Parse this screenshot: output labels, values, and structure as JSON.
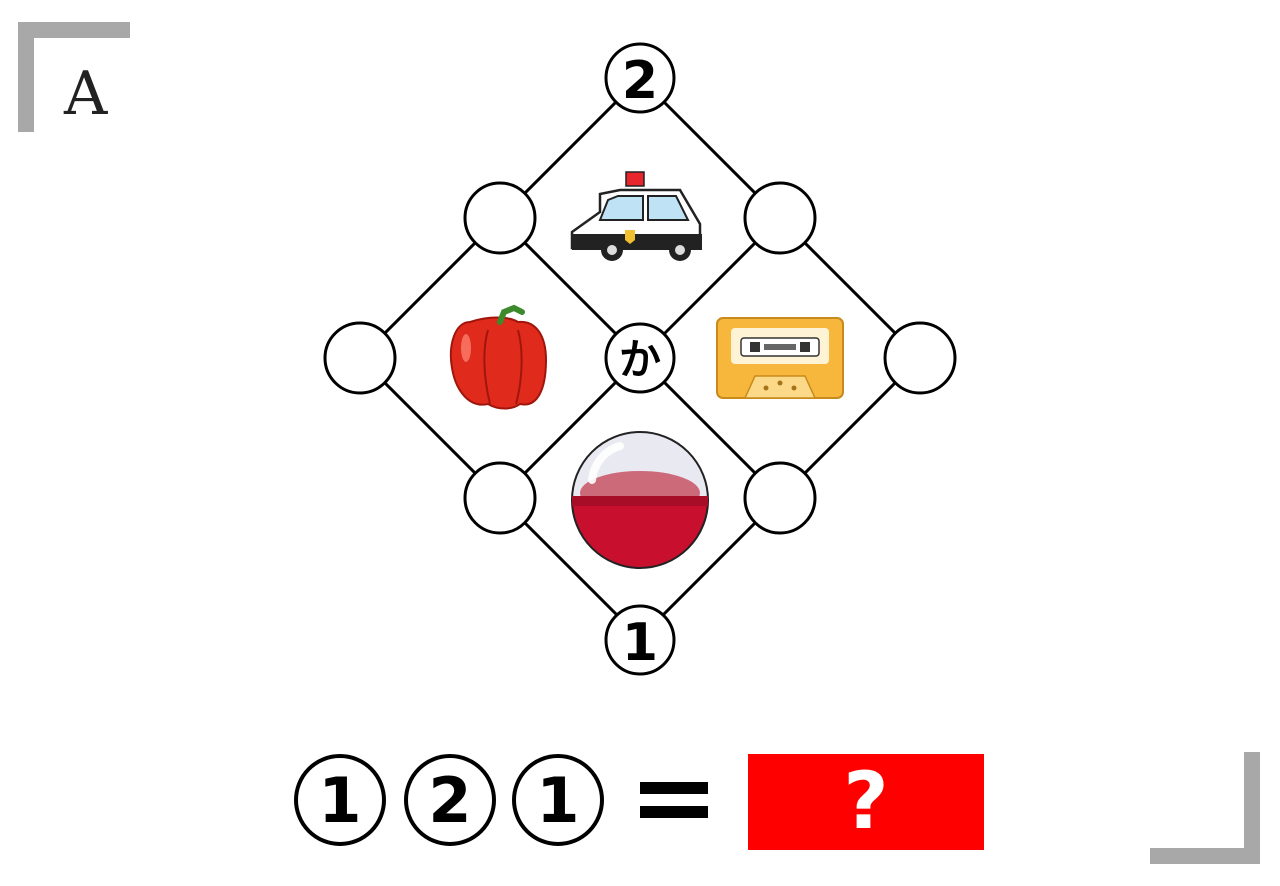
{
  "label": {
    "letter": "A"
  },
  "nodes": {
    "top": "2",
    "center": "か",
    "bottom": "1"
  },
  "pictures": {
    "top": "police-car",
    "left": "red-bell-pepper",
    "right": "cassette-tape",
    "bottom": "capsule-toy"
  },
  "equation": {
    "digits": [
      "1",
      "2",
      "1"
    ],
    "equals": "=",
    "answer": "?"
  },
  "colors": {
    "frame": "#a8a8a8",
    "answer_box": "#ff0000",
    "pepper": "#e02a1c",
    "tape": "#f6b73c",
    "capsule": "#c8102e"
  }
}
